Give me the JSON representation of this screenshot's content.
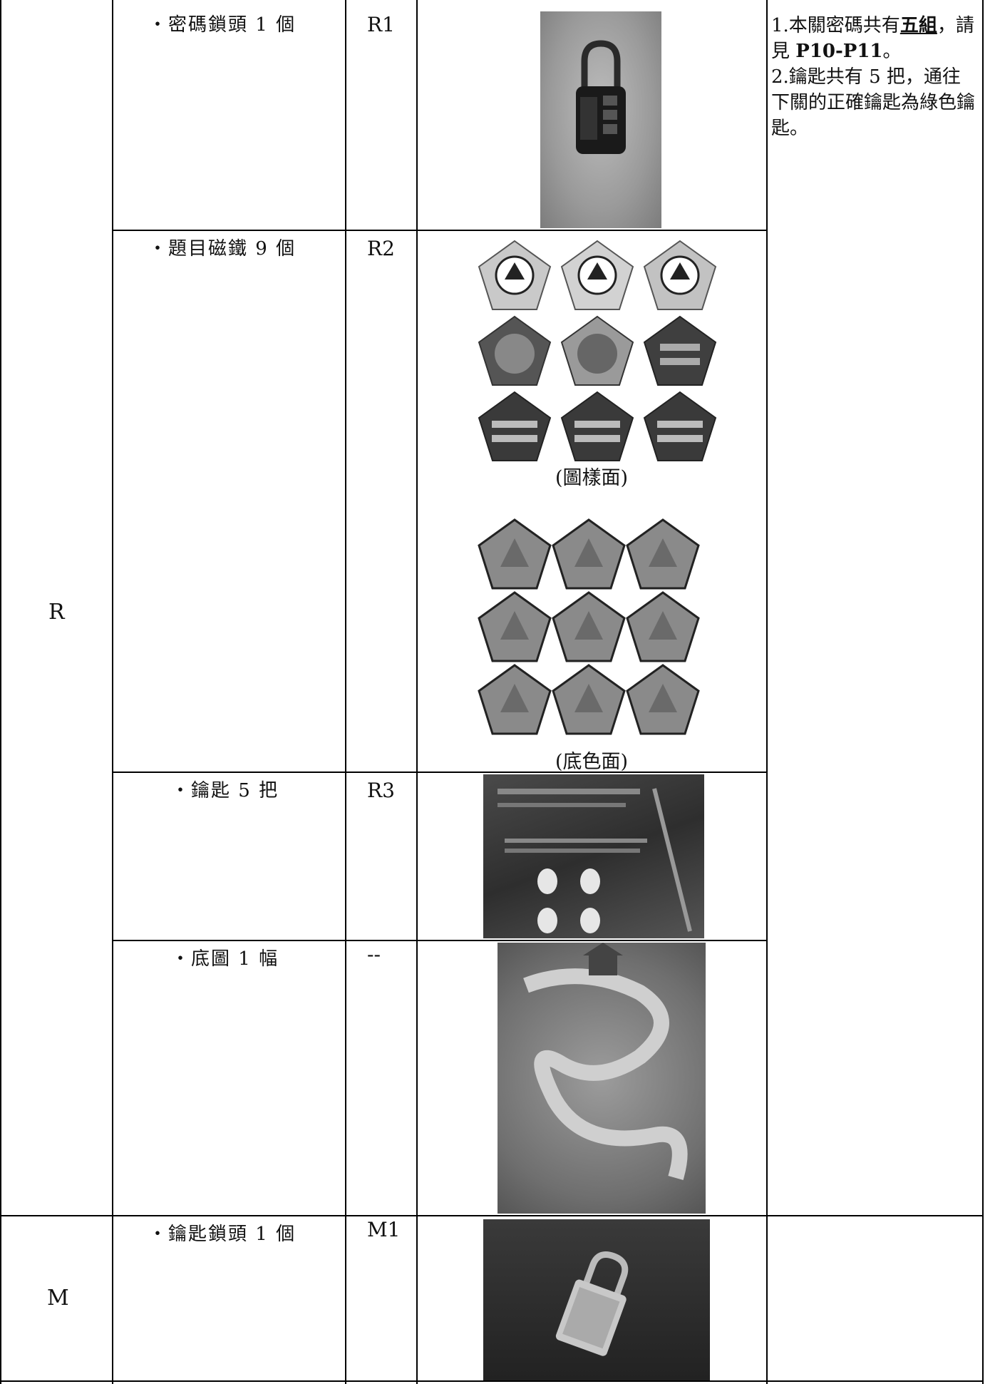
{
  "rows": [
    {
      "item": "・密碼鎖頭 1 個",
      "code": "R1"
    },
    {
      "item": "・題目磁鐵 9 個",
      "code": "R2"
    },
    {
      "item": "・鑰匙 5 把",
      "code": "R3"
    },
    {
      "item": "・底圖 1 幅",
      "code": "--"
    },
    {
      "item": "・鑰匙鎖頭 1 個",
      "code": "M1"
    }
  ],
  "groups": {
    "r": "R",
    "m": "M"
  },
  "captions": {
    "pattern_side": "(圖樣面)",
    "base_side": "(底色面)"
  },
  "note": {
    "line1_prefix": "1.本關密碼共有",
    "line1_emph": "五組",
    "line1_mid": "，請見 ",
    "line1_ref": "P10-P11",
    "line1_end": "。",
    "line2": "2.鑰匙共有 5 把，通往下關的正確鑰匙為綠色鑰匙。"
  }
}
